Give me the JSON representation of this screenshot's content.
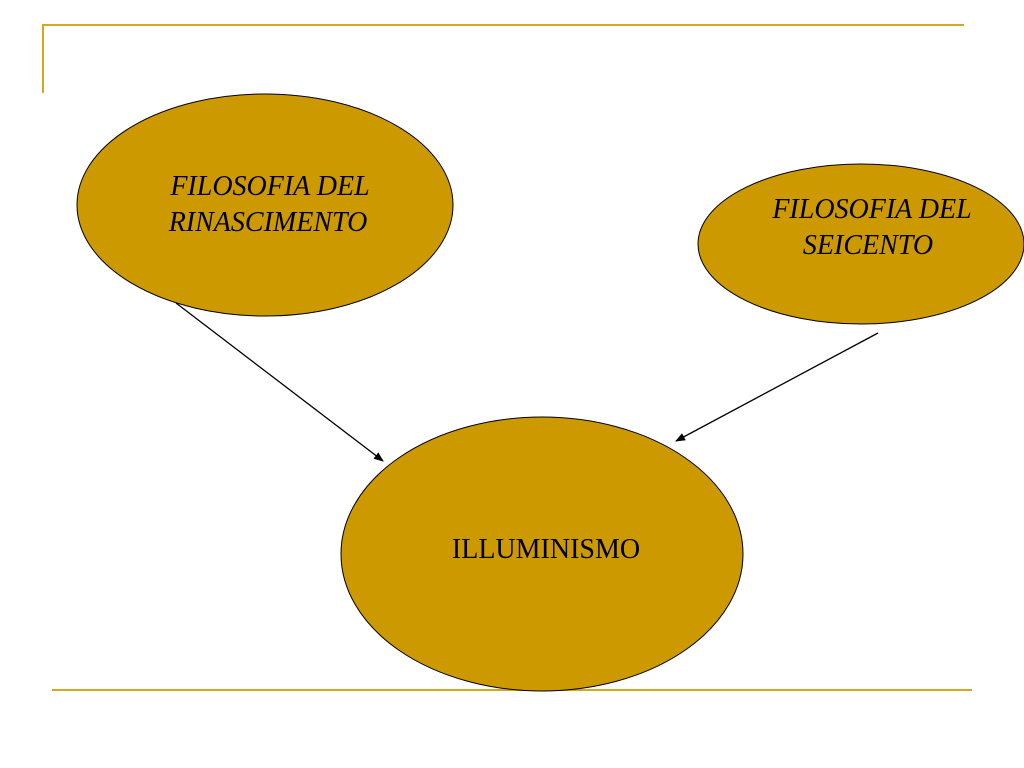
{
  "colors": {
    "node_fill": "#CC9900",
    "node_stroke": "#000000",
    "rule": "#DAA520",
    "arrow": "#000000"
  },
  "nodes": {
    "rinascimento": {
      "line1": "FILOSOFIA DEL",
      "line2": "RINASCIMENTO"
    },
    "seicento": {
      "line1": "FILOSOFIA DEL",
      "line2": "SEICENTO"
    },
    "illuminismo": {
      "label": "ILLUMINISMO"
    }
  }
}
